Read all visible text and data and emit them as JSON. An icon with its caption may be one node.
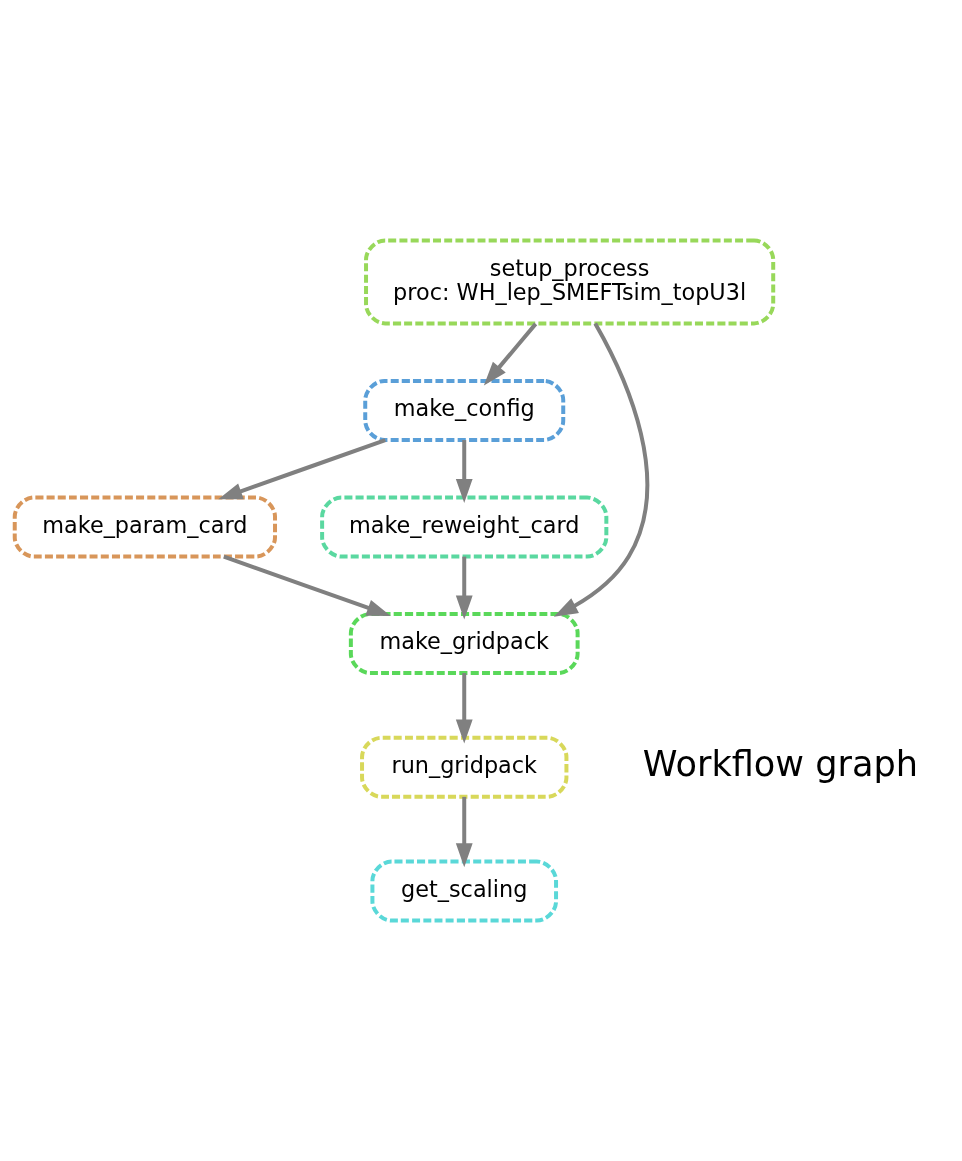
{
  "diagram": {
    "nodes": [
      {
        "text": [
          "setup_process",
          "proc: WH_lep_SMEFTsim_topU3l"
        ]
      },
      {
        "text": [
          "make_config"
        ]
      },
      {
        "text": [
          "make_param_card"
        ]
      },
      {
        "text": [
          "make_reweight_card"
        ]
      },
      {
        "text": [
          "make_gridpack"
        ]
      },
      {
        "text": [
          "run_gridpack"
        ]
      },
      {
        "text": [
          "get_scaling"
        ]
      }
    ],
    "edges": [
      {
        "from": 0,
        "to": 1,
        "arrow": "to"
      },
      {
        "from": 0,
        "to": 4,
        "arrow": "to"
      },
      {
        "from": 1,
        "to": 2,
        "arrow": "to"
      },
      {
        "from": 1,
        "to": 3,
        "arrow": "to"
      },
      {
        "from": 2,
        "to": 4,
        "arrow": "to"
      },
      {
        "from": 3,
        "to": 4,
        "arrow": "to"
      },
      {
        "from": 4,
        "to": 5,
        "arrow": "to"
      },
      {
        "from": 5,
        "to": 6,
        "arrow": "to"
      }
    ],
    "labels": [
      "Workflow graph"
    ]
  }
}
